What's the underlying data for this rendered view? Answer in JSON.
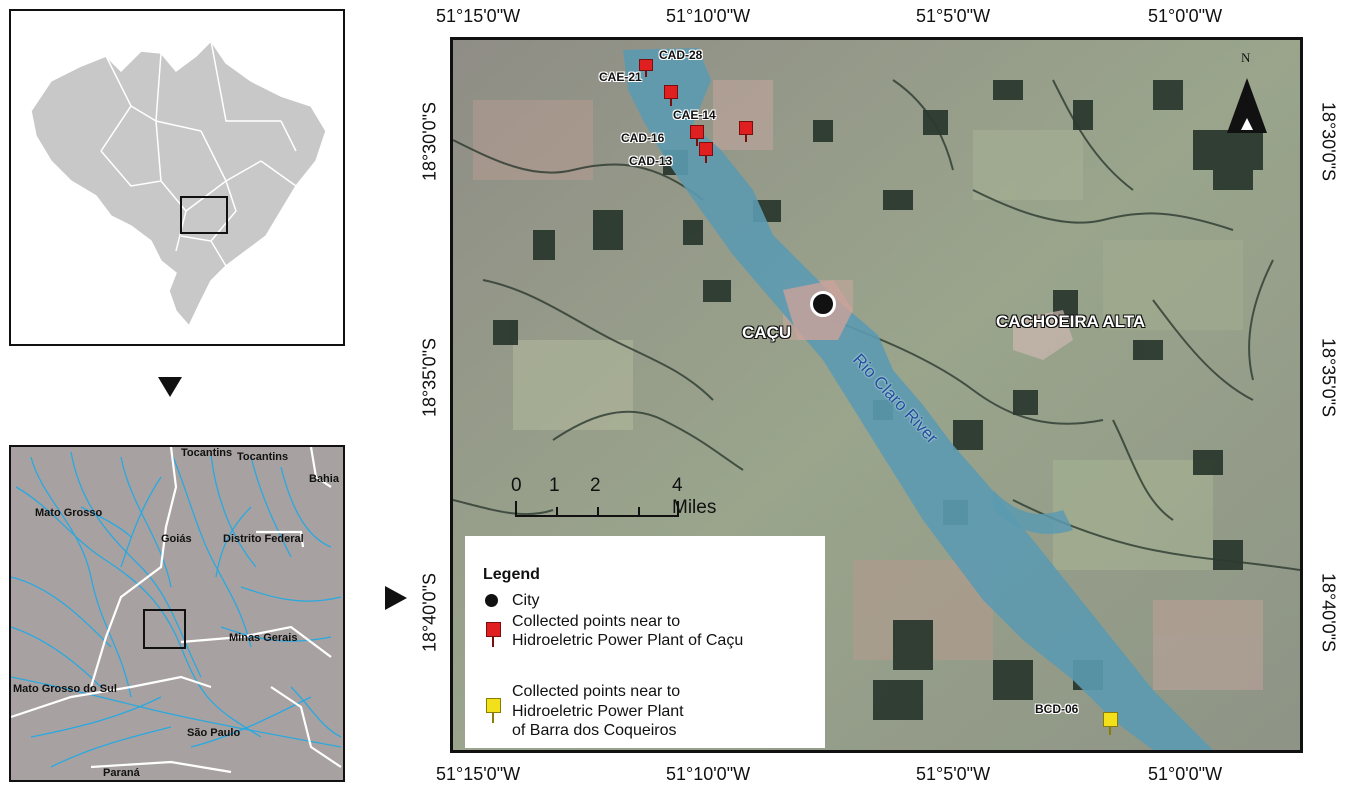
{
  "overview_map": {
    "inset_box": "study-region-box"
  },
  "regional_map": {
    "states": [
      {
        "label": "Tocantins"
      },
      {
        "label": "Tocantins"
      },
      {
        "label": "Bahia"
      },
      {
        "label": "Mato Grosso"
      },
      {
        "label": "Goiás"
      },
      {
        "label": "Distrito Federal"
      },
      {
        "label": "Minas Gerais"
      },
      {
        "label": "Mato Grosso do Sul"
      },
      {
        "label": "São Paulo"
      },
      {
        "label": "Paraná"
      }
    ]
  },
  "main_map": {
    "longitude_labels": [
      "51°15'0\"W",
      "51°10'0\"W",
      "51°5'0\"W",
      "51°0'0\"W"
    ],
    "latitude_labels": [
      "18°30'0\"S",
      "18°35'0\"S",
      "18°40'0\"S"
    ],
    "places": {
      "city": "CAÇU",
      "town": "CACHOEIRA ALTA",
      "river": "Rio Claro River"
    },
    "north_label": "N",
    "points": [
      {
        "label": "CAD-28",
        "color": "#e02020"
      },
      {
        "label": "CAE-21",
        "color": "#e02020"
      },
      {
        "label": "CAE-14",
        "color": "#e02020"
      },
      {
        "label": "CAD-16",
        "color": "#e02020"
      },
      {
        "label": "CAD-13",
        "color": "#e02020"
      },
      {
        "label": "BCD-06",
        "color": "#f2e01a"
      }
    ],
    "scale_bar": {
      "labels": [
        "0",
        "1",
        "2",
        "4 Miles"
      ]
    },
    "legend": {
      "title": "Legend",
      "city": "City",
      "red_points_line1": "Collected points near to",
      "red_points_line2": "Hidroeletric Power Plant of Caçu",
      "yellow_points_line1": "Collected points near to",
      "yellow_points_line2": "Hidroeletric Power Plant",
      "yellow_points_line3": "of Barra dos Coqueiros"
    }
  },
  "colors": {
    "brazil_fill": "#c8c8c8",
    "regional_bg": "#a8a1a1",
    "rivers": "#29a9e0",
    "water": "#5c9ab0",
    "red_pin": "#e02020",
    "yellow_pin": "#f2e01a"
  }
}
